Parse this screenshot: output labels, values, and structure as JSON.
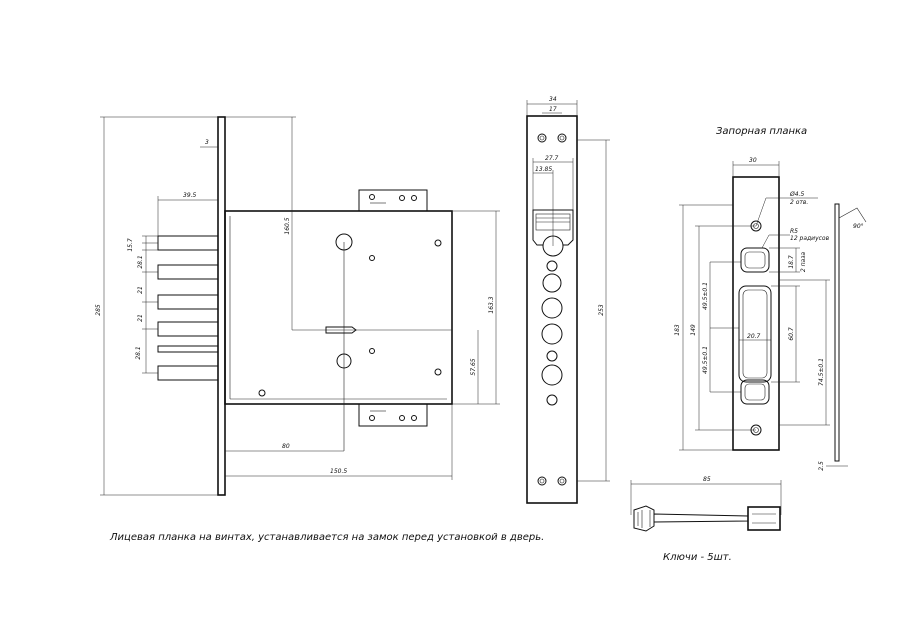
{
  "titles": {
    "strike_plate": "Запорная планка",
    "keys": "Ключи - 5шт."
  },
  "caption": "Лицевая планка на винтах, устанавливается на замок перед установкой  в дверь.",
  "lock_body": {
    "overall_height": "285",
    "face_thickness": "3",
    "bolt_projection": "39.5",
    "bolt_gap_top": "15.7",
    "bolt_spacing_1": "28.1",
    "bolt_spacing_2": "21",
    "bolt_spacing_3": "21",
    "bolt_spacing_4": "28.1",
    "spindle_offset": "160.5",
    "case_height": "163.3",
    "lower_offset": "57.65",
    "backset": "80",
    "case_width": "150.5"
  },
  "faceplate": {
    "width": "34",
    "inner_width": "17",
    "cyl_width": "27.7",
    "cyl_offset": "13.85",
    "length": "253"
  },
  "strike": {
    "width": "30",
    "screw_hole": "Ø4.5",
    "screw_hole_note": "2 отв.",
    "radius_label": "R5",
    "radius_note": "12 радиусов",
    "total_length": "183",
    "inner_span": "149",
    "pitch_upper": "49.5±0.1",
    "pitch_lower": "49.5±0.1",
    "slot_width": "18.7",
    "slot_width_note": "2 паза",
    "center_slot": "60.7",
    "center_width": "20.7",
    "lower_dim": "74.5±0.1",
    "thickness": "2.5",
    "bend_angle": "90°"
  },
  "key": {
    "length": "85"
  }
}
